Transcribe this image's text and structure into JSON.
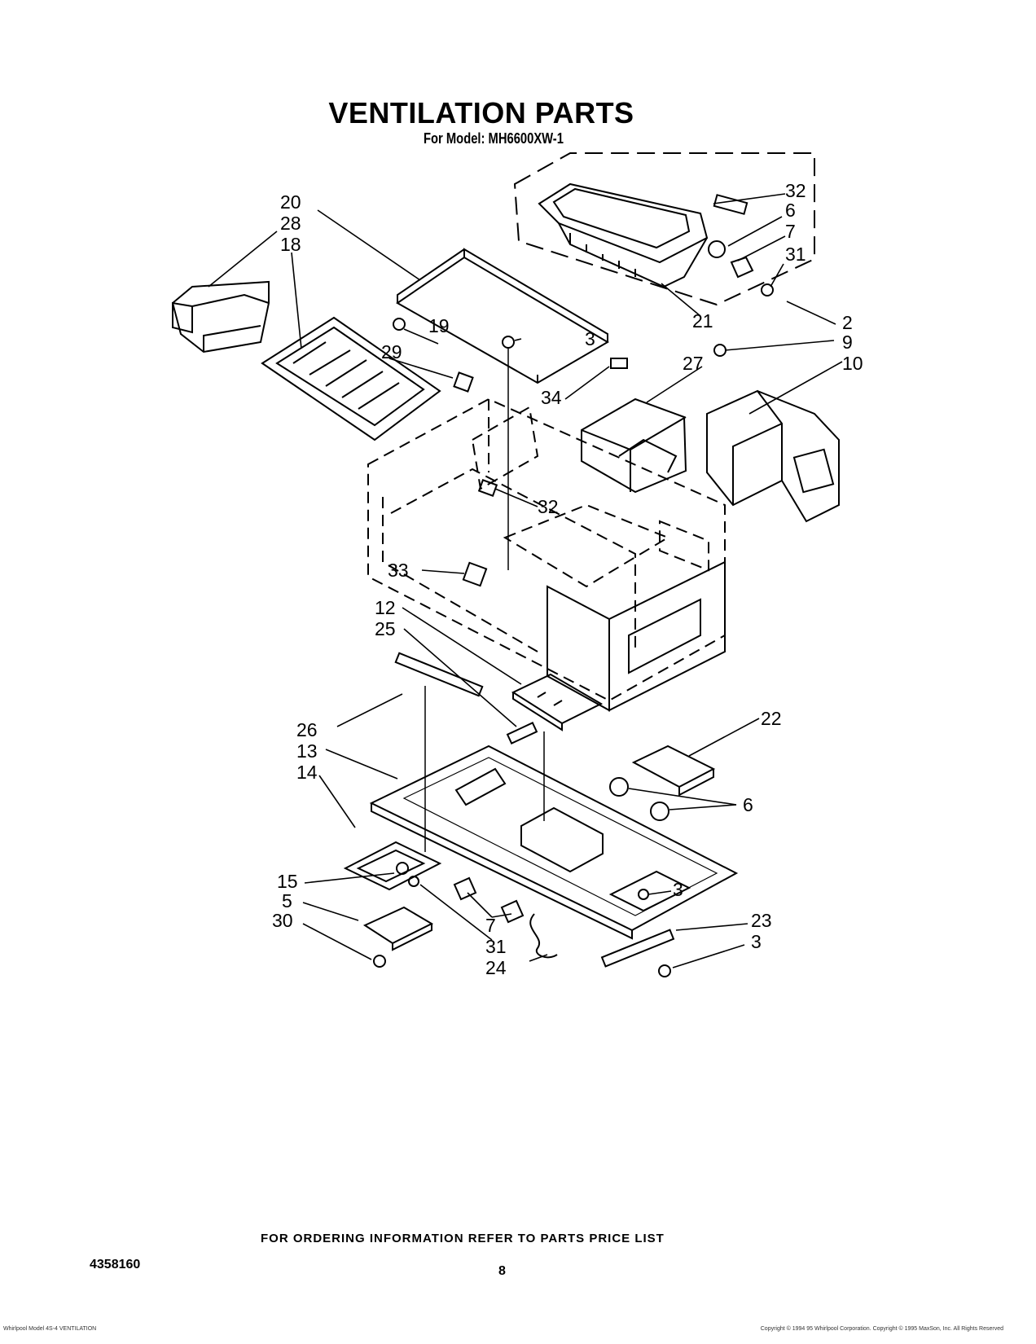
{
  "header": {
    "title": "VENTILATION PARTS",
    "model": "For Model: MH6600XW-1"
  },
  "callouts": {
    "c20": "20",
    "c28": "28",
    "c18": "18",
    "c19": "19",
    "c29": "29",
    "c3a": "3",
    "c34": "34",
    "c27": "27",
    "c32a": "32",
    "c6a": "6",
    "c7a": "7",
    "c31a": "31",
    "c21": "21",
    "c2": "2",
    "c9": "9",
    "c10": "10",
    "c32b": "32",
    "c33": "33",
    "c12": "12",
    "c25": "25",
    "c26": "26",
    "c13": "13",
    "c14": "14",
    "c22": "22",
    "c6b": "6",
    "c15": "15",
    "c5": "5",
    "c30": "30",
    "c31b": "31",
    "c7b": "7",
    "c24": "24",
    "c3b": "3",
    "c23": "23",
    "c3c": "3"
  },
  "footer": {
    "ordering_note": "FOR ORDERING INFORMATION REFER TO PARTS PRICE LIST",
    "document_number": "4358160",
    "page_number": "8",
    "fine_print_left": "Whirlpool Model 4S-4 VENTILATION",
    "fine_print_right": "Copyright © 1994 95 Whirlpool Corporation. Copyright © 1995 MaxSon, Inc. All Rights Reserved"
  }
}
